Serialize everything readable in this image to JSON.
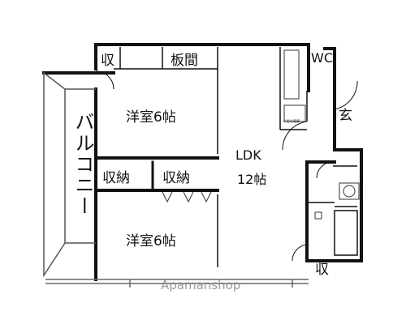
{
  "rooms": {
    "storage_top": "収",
    "board_floor": "板間",
    "western_room_upper": "洋室6帖",
    "closet_left": "収納",
    "closet_right": "収納",
    "western_room_lower": "洋室6帖",
    "ldk_name": "LDK",
    "ldk_size": "12帖",
    "toilet": "WC",
    "entrance": "玄",
    "balcony": "バルコニー",
    "storage_bottom": "収"
  },
  "appliance_note": "小型冷蔵庫",
  "watermark": "Apamanshop"
}
